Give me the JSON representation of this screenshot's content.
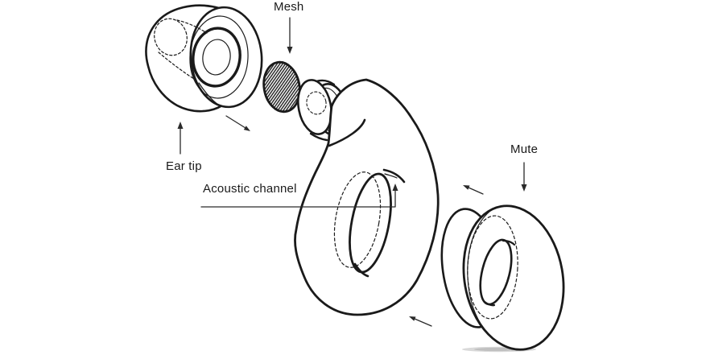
{
  "diagram": {
    "description": "Exploded line-art diagram of an earplug: ear tip, mesh, filter cylinder, loop body with acoustic channel, and mute disc",
    "background_color": "#ffffff",
    "ink_color": "#1a1a1a",
    "arrow_color": "#2a2a2a",
    "shadow_color": "#c9c9c9",
    "labels": {
      "mesh": "Mesh",
      "ear_tip": "Ear tip",
      "acoustic_channel": "Acoustic channel",
      "mute": "Mute"
    }
  }
}
